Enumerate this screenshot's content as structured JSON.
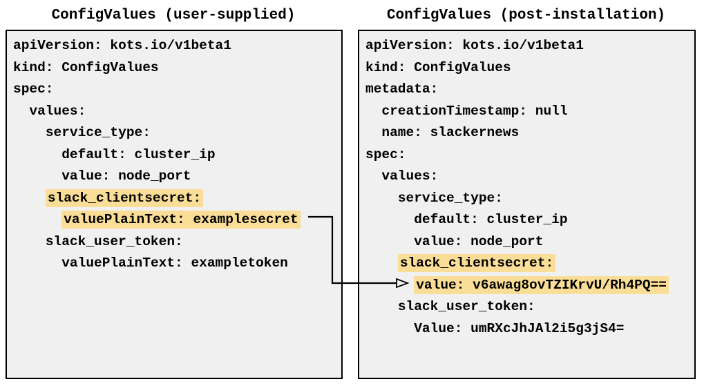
{
  "colors": {
    "highlight": "#fade97",
    "panel_background": "#f0f0f0",
    "panel_border": "#000000",
    "text": "#000000",
    "arrow": "#000000"
  },
  "left_panel": {
    "title": "ConfigValues (user-supplied)",
    "lines": [
      {
        "indent": "",
        "text": "apiVersion: kots.io/v1beta1",
        "highlight": false
      },
      {
        "indent": "",
        "text": "kind: ConfigValues",
        "highlight": false
      },
      {
        "indent": "",
        "text": "spec:",
        "highlight": false
      },
      {
        "indent": "  ",
        "text": "values:",
        "highlight": false
      },
      {
        "indent": "    ",
        "text": "service_type:",
        "highlight": false
      },
      {
        "indent": "      ",
        "text": "default: cluster_ip",
        "highlight": false
      },
      {
        "indent": "      ",
        "text": "value: node_port",
        "highlight": false
      },
      {
        "indent": "    ",
        "text": "slack_clientsecret:",
        "highlight": true
      },
      {
        "indent": "      ",
        "text": "valuePlainText: examplesecret",
        "highlight": true
      },
      {
        "indent": "    ",
        "text": "slack_user_token:",
        "highlight": false
      },
      {
        "indent": "      ",
        "text": "valuePlainText: exampletoken",
        "highlight": false
      }
    ]
  },
  "right_panel": {
    "title": "ConfigValues (post-installation)",
    "lines": [
      {
        "indent": "",
        "text": "apiVersion: kots.io/v1beta1",
        "highlight": false
      },
      {
        "indent": "",
        "text": "kind: ConfigValues",
        "highlight": false
      },
      {
        "indent": "",
        "text": "metadata:",
        "highlight": false
      },
      {
        "indent": "  ",
        "text": "creationTimestamp: null",
        "highlight": false
      },
      {
        "indent": "  ",
        "text": "name: slackernews",
        "highlight": false
      },
      {
        "indent": "",
        "text": "spec:",
        "highlight": false
      },
      {
        "indent": "  ",
        "text": "values:",
        "highlight": false
      },
      {
        "indent": "    ",
        "text": "service_type:",
        "highlight": false
      },
      {
        "indent": "      ",
        "text": "default: cluster_ip",
        "highlight": false
      },
      {
        "indent": "      ",
        "text": "value: node_port",
        "highlight": false
      },
      {
        "indent": "    ",
        "text": "slack_clientsecret:",
        "highlight": true
      },
      {
        "indent": "      ",
        "text": "value: v6awag8ovTZIKrvU/Rh4PQ==",
        "highlight": true
      },
      {
        "indent": "    ",
        "text": "slack_user_token:",
        "highlight": false
      },
      {
        "indent": "      ",
        "text": "Value: umRXcJhJAl2i5g3jS4=",
        "highlight": false
      }
    ]
  },
  "arrow": {
    "from_text": "valuePlainText: examplesecret",
    "to_text": "value: v6awag8ovTZIKrvU/Rh4PQ=="
  }
}
